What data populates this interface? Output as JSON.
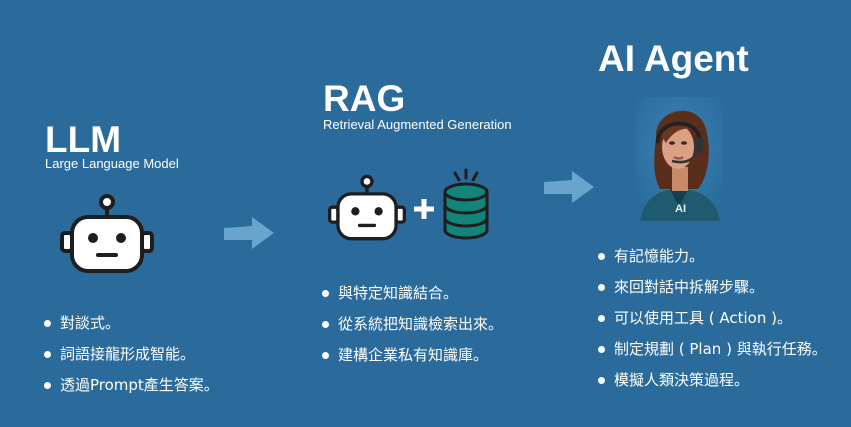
{
  "colors": {
    "background": "#2a6b9c",
    "arrow": "#6aa3cc",
    "database": "#13847a",
    "robot_fill": "#ffffff",
    "robot_line": "#1e1e1e"
  },
  "llm": {
    "title": "LLM",
    "subtitle": "Large Language Model",
    "icon": "robot-icon",
    "bullets": [
      "對談式。",
      "詞語接龍形成智能。",
      "透過Prompt產生答案。"
    ]
  },
  "rag": {
    "title": "RAG",
    "subtitle": "Retrieval Augmented Generation",
    "icons": [
      "robot-icon",
      "plus-icon",
      "database-icon"
    ],
    "bullets": [
      "與特定知識結合。",
      "從系統把知識檢索出來。",
      "建構企業私有知識庫。"
    ]
  },
  "agent": {
    "title": "AI Agent",
    "badge": "AI",
    "icons": [
      "agent-portrait-icon"
    ],
    "bullets": [
      "有記憶能力。",
      "來回對話中拆解步驟。",
      "可以使用工具 ( Action )。",
      "制定規劃 ( Plan ) 與執行任務。",
      "模擬人類決策過程。"
    ]
  }
}
